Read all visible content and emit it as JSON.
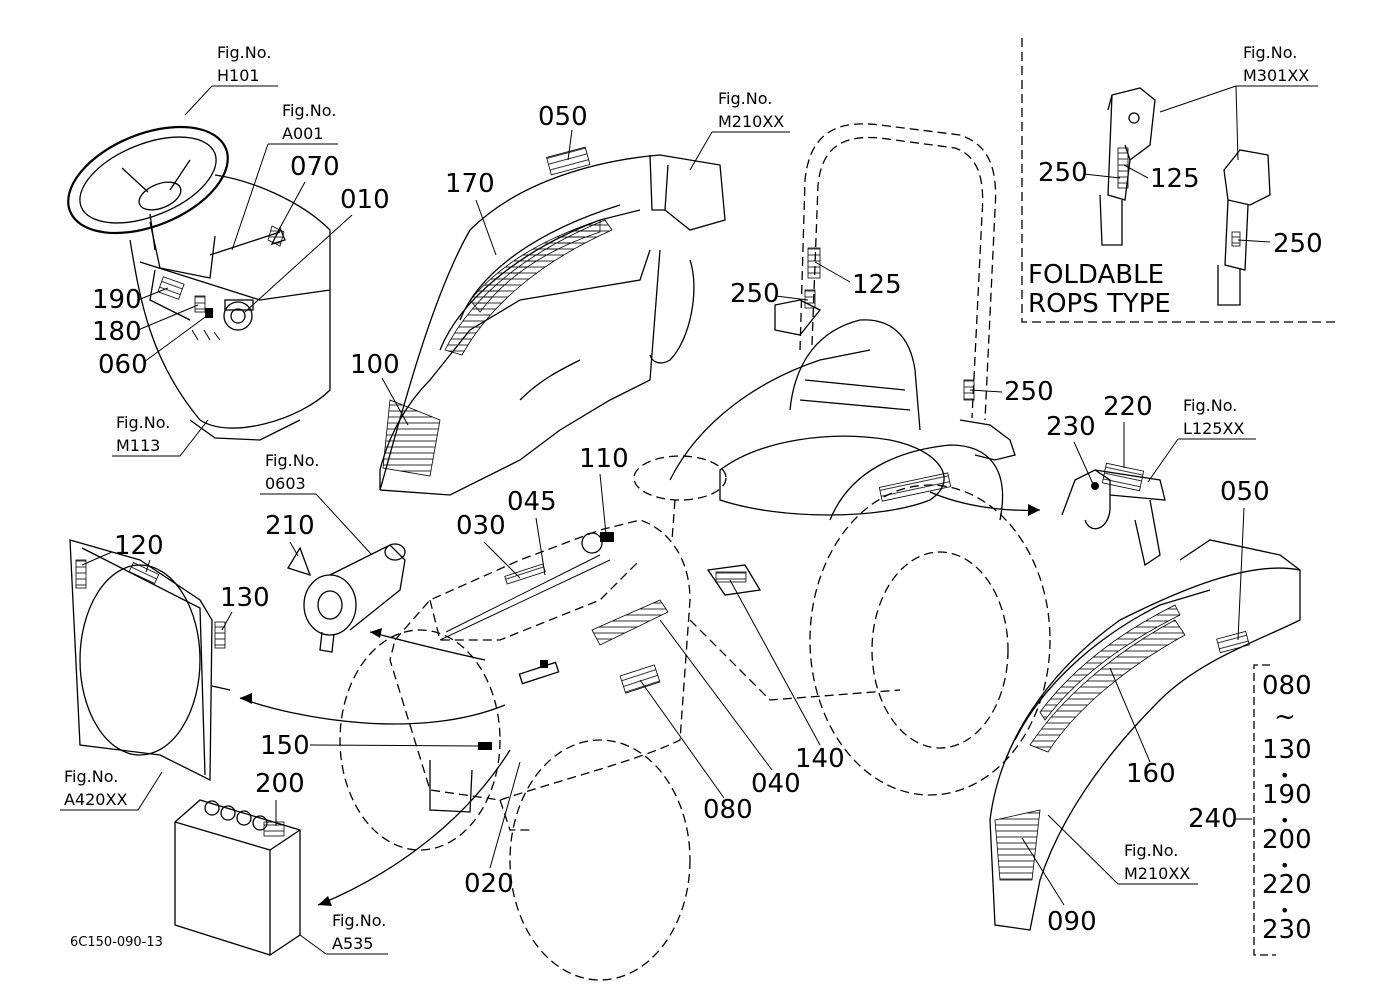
{
  "drawing_code": "6C150-090-13",
  "inset": {
    "title_line1": "FOLDABLE",
    "title_line2": "ROPS TYPE"
  },
  "fig_refs": [
    {
      "id": "h101",
      "caption": "Fig.No.",
      "code": "H101"
    },
    {
      "id": "a001",
      "caption": "Fig.No.",
      "code": "A001"
    },
    {
      "id": "m113",
      "caption": "Fig.No.",
      "code": "M113"
    },
    {
      "id": "m210xx-top",
      "caption": "Fig.No.",
      "code": "M210XX"
    },
    {
      "id": "m301xx",
      "caption": "Fig.No.",
      "code": "M301XX"
    },
    {
      "id": "l125xx",
      "caption": "Fig.No.",
      "code": "L125XX"
    },
    {
      "id": "0603",
      "caption": "Fig.No.",
      "code": "0603"
    },
    {
      "id": "a420xx",
      "caption": "Fig.No.",
      "code": "A420XX"
    },
    {
      "id": "a535",
      "caption": "Fig.No.",
      "code": "A535"
    },
    {
      "id": "m210xx-bottom",
      "caption": "Fig.No.",
      "code": "M210XX"
    }
  ],
  "callouts": [
    {
      "id": "050-top",
      "text": "050"
    },
    {
      "id": "070",
      "text": "070"
    },
    {
      "id": "010",
      "text": "010"
    },
    {
      "id": "170",
      "text": "170"
    },
    {
      "id": "190",
      "text": "190"
    },
    {
      "id": "180",
      "text": "180"
    },
    {
      "id": "060",
      "text": "060"
    },
    {
      "id": "100",
      "text": "100"
    },
    {
      "id": "125-main",
      "text": "125"
    },
    {
      "id": "250-main-a",
      "text": "250"
    },
    {
      "id": "250-main-b",
      "text": "250"
    },
    {
      "id": "250-inset-a",
      "text": "250"
    },
    {
      "id": "125-inset",
      "text": "125"
    },
    {
      "id": "250-inset-b",
      "text": "250"
    },
    {
      "id": "230",
      "text": "230"
    },
    {
      "id": "220",
      "text": "220"
    },
    {
      "id": "050-right",
      "text": "050"
    },
    {
      "id": "110",
      "text": "110"
    },
    {
      "id": "045",
      "text": "045"
    },
    {
      "id": "030",
      "text": "030"
    },
    {
      "id": "210",
      "text": "210"
    },
    {
      "id": "120",
      "text": "120"
    },
    {
      "id": "130",
      "text": "130"
    },
    {
      "id": "150",
      "text": "150"
    },
    {
      "id": "200",
      "text": "200"
    },
    {
      "id": "020",
      "text": "020"
    },
    {
      "id": "080",
      "text": "080"
    },
    {
      "id": "040",
      "text": "040"
    },
    {
      "id": "140",
      "text": "140"
    },
    {
      "id": "160",
      "text": "160"
    },
    {
      "id": "090",
      "text": "090"
    },
    {
      "id": "240",
      "text": "240"
    }
  ],
  "group_240": [
    "080",
    "~",
    "130",
    "•",
    "190",
    "•",
    "200",
    "•",
    "220",
    "•",
    "230"
  ]
}
